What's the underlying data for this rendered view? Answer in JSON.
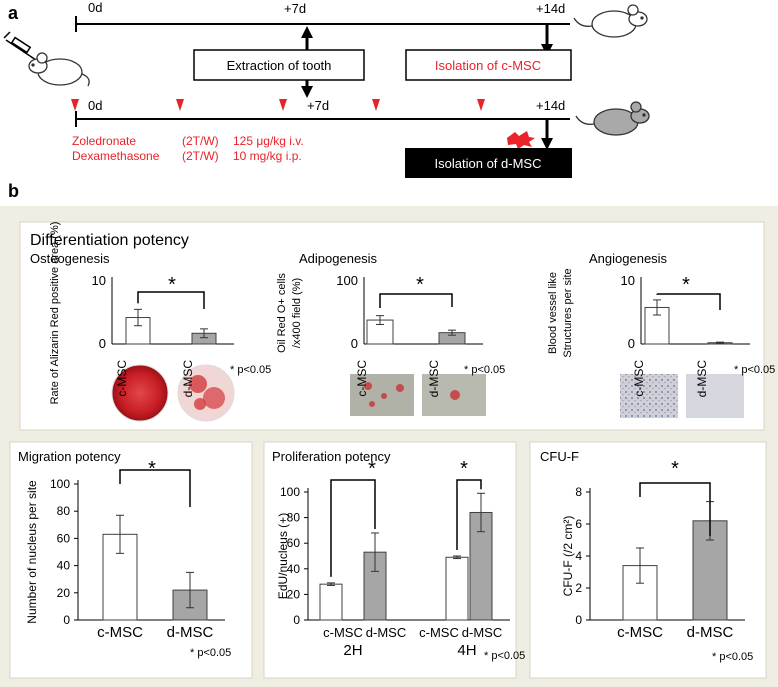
{
  "panel_a": {
    "label": "a",
    "timeline1": {
      "t0": "0d",
      "t1": "+7d",
      "t2": "+14d"
    },
    "timeline2": {
      "t0": "0d",
      "t1": "+7d",
      "t2": "+14d"
    },
    "extraction_box": "Extraction of tooth",
    "cmsc_box": "Isolation of c-MSC",
    "dmsc_box": "Isolation of d-MSC",
    "drug1": {
      "name": "Zoledronate",
      "freq": "(2T/W)",
      "dose": "125 μg/kg i.v."
    },
    "drug2": {
      "name": "Dexamethasone",
      "freq": "(2T/W)",
      "dose": "10 mg/kg i.p."
    },
    "colors": {
      "red": "#e8232a",
      "black": "#000000"
    }
  },
  "panel_b": {
    "label": "b",
    "section_title": "Differentiation potency",
    "colors": {
      "panel_bg": "#f0ede2",
      "white": "#ffffff",
      "gray_bar": "#a6a6a6",
      "bar_outline": "#404040"
    }
  },
  "chart_data": [
    {
      "type": "bar",
      "title": "Osteogenesis",
      "ylabel": "Rate of Alizarin Red positive area (%)",
      "categories": [
        "c-MSC",
        "d-MSC"
      ],
      "values": [
        4.2,
        1.7
      ],
      "errors": [
        1.3,
        0.7
      ],
      "yticks": [
        "0",
        "10"
      ],
      "ylim": [
        0,
        10
      ],
      "significance": "*",
      "pvalue": "* p<0.05"
    },
    {
      "type": "bar",
      "title": "Adipogenesis",
      "ylabel_lines": [
        "Oil Red O+ cells",
        "/x400 field (%)"
      ],
      "categories": [
        "c-MSC",
        "d-MSC"
      ],
      "values": [
        38,
        18
      ],
      "errors": [
        7,
        4
      ],
      "yticks": [
        "0",
        "100"
      ],
      "ylim": [
        0,
        100
      ],
      "significance": "*",
      "pvalue": "* p<0.05"
    },
    {
      "type": "bar",
      "title": "Angiogenesis",
      "ylabel_lines": [
        "Blood vessel like",
        "Structures per site"
      ],
      "categories": [
        "c-MSC",
        "d-MSC"
      ],
      "values": [
        5.8,
        0.2
      ],
      "errors": [
        1.2,
        0.1
      ],
      "yticks": [
        "0",
        "10"
      ],
      "ylim": [
        0,
        10
      ],
      "significance": "*",
      "pvalue": "* p<0.05"
    },
    {
      "type": "bar",
      "title": "Migration potency",
      "ylabel": "Number of nucleus per site",
      "categories": [
        "c-MSC",
        "d-MSC"
      ],
      "values": [
        63,
        22
      ],
      "errors": [
        14,
        13
      ],
      "yticks": [
        "0",
        "20",
        "40",
        "60",
        "80",
        "100"
      ],
      "ylim": [
        0,
        100
      ],
      "significance": "*",
      "pvalue": "* p<0.05"
    },
    {
      "type": "bar",
      "title": "Proliferation potency",
      "ylabel": "EdU/nucleus (+)",
      "groups": [
        "2H",
        "4H"
      ],
      "bar_labels": [
        "c-MSC",
        "d-MSC",
        "c-MSC",
        "d-MSC"
      ],
      "values": [
        28,
        53,
        49,
        84
      ],
      "errors": [
        1,
        15,
        1,
        15
      ],
      "yticks": [
        "0",
        "20",
        "40",
        "60",
        "80",
        "100"
      ],
      "ylim": [
        0,
        100
      ],
      "significance": "*",
      "pvalue": "* p<0.05"
    },
    {
      "type": "bar",
      "title": "CFU-F",
      "ylabel": "CFU-F  (/2 cm²)",
      "categories": [
        "c-MSC",
        "d-MSC"
      ],
      "values": [
        3.4,
        6.2
      ],
      "errors": [
        1.1,
        1.2
      ],
      "yticks": [
        "0",
        "2",
        "4",
        "6",
        "8"
      ],
      "ylim": [
        0,
        8
      ],
      "significance": "*",
      "pvalue": "* p<0.05"
    }
  ]
}
